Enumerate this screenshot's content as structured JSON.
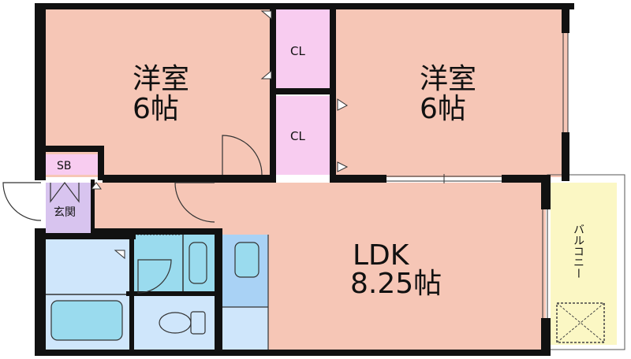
{
  "rooms": {
    "western_left": {
      "name": "洋室",
      "size": "6帖"
    },
    "western_right": {
      "name": "洋室",
      "size": "6帖"
    },
    "ldk": {
      "name": "LDK",
      "size": "8.25帖"
    },
    "closet_upper": {
      "name": "CL"
    },
    "closet_lower": {
      "name": "CL"
    },
    "shoe_box": {
      "name": "SB"
    },
    "entrance": {
      "name": "玄関"
    },
    "balcony": {
      "name": "バルコニー"
    }
  },
  "colors": {
    "western": "#f6c6b6",
    "ldk": "#f6c6b6",
    "closet": "#f8ccf0",
    "entrance": "#d8c4ef",
    "wet_area": "#cfe6fb",
    "toilet_sink": "#9adbee",
    "balcony": "#fbf7c4",
    "wall": "#111111"
  }
}
